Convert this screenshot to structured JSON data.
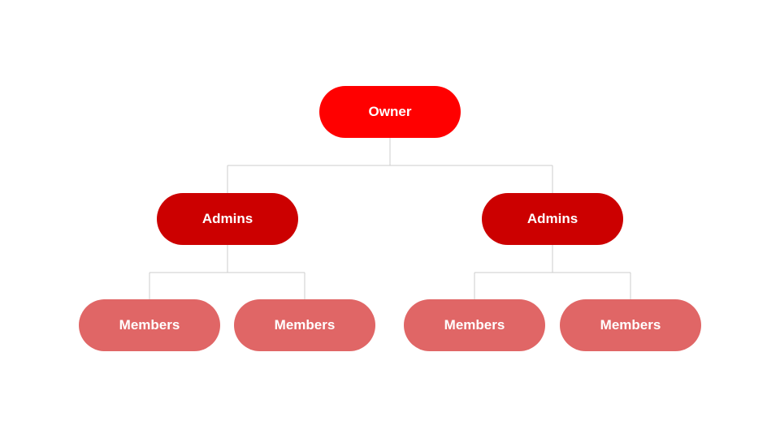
{
  "colors": {
    "owner": "#ff0000",
    "admin": "#cc0000",
    "member": "#e06666",
    "connector": "#cccccc",
    "text": "#ffffff"
  },
  "nodes": {
    "owner": {
      "label": "Owner"
    },
    "admins": [
      {
        "label": "Admins"
      },
      {
        "label": "Admins"
      }
    ],
    "members": [
      {
        "label": "Members"
      },
      {
        "label": "Members"
      },
      {
        "label": "Members"
      },
      {
        "label": "Members"
      }
    ]
  }
}
